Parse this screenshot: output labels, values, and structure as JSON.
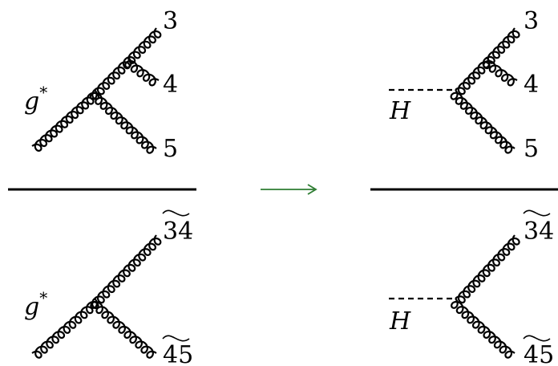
{
  "diagram": {
    "colors": {
      "ink": "#000000",
      "arrow": "#2e7d32"
    },
    "left_numerator": {
      "incoming_label": "g",
      "incoming_sup": "*",
      "out_labels": [
        "3",
        "4",
        "5"
      ]
    },
    "left_denominator": {
      "incoming_label": "g",
      "incoming_sup": "*",
      "out_labels": [
        "34",
        "45"
      ]
    },
    "right_numerator": {
      "incoming_label": "H",
      "out_labels": [
        "3",
        "4",
        "5"
      ]
    },
    "right_denominator": {
      "incoming_label": "H",
      "out_labels": [
        "34",
        "45"
      ]
    },
    "arrow_symbol": "→"
  }
}
